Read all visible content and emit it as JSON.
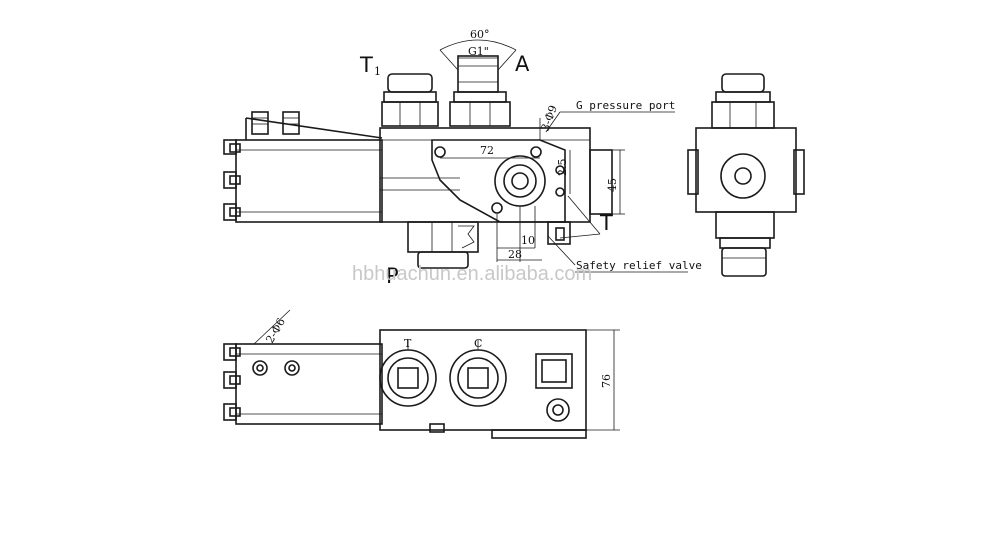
{
  "labels": {
    "port_t1": "T",
    "port_t1_sub": "1",
    "port_a": "A",
    "port_p": "P",
    "port_t": "T",
    "angle": "60°",
    "thread": "G1\"",
    "holes_top": "3-Φ9",
    "g_pressure_port": "G pressure port",
    "dim_72": "72",
    "dim_2_5": "2.5",
    "dim_45": "45",
    "dim_10": "10",
    "dim_28": "28",
    "safety_relief_valve": "Safety relief valve",
    "holes_bottom": "2-Φ6",
    "port_t_small": "T",
    "port_c_small": "C",
    "dim_76": "76",
    "watermark": "hbhuachun.en.alibaba.com"
  }
}
